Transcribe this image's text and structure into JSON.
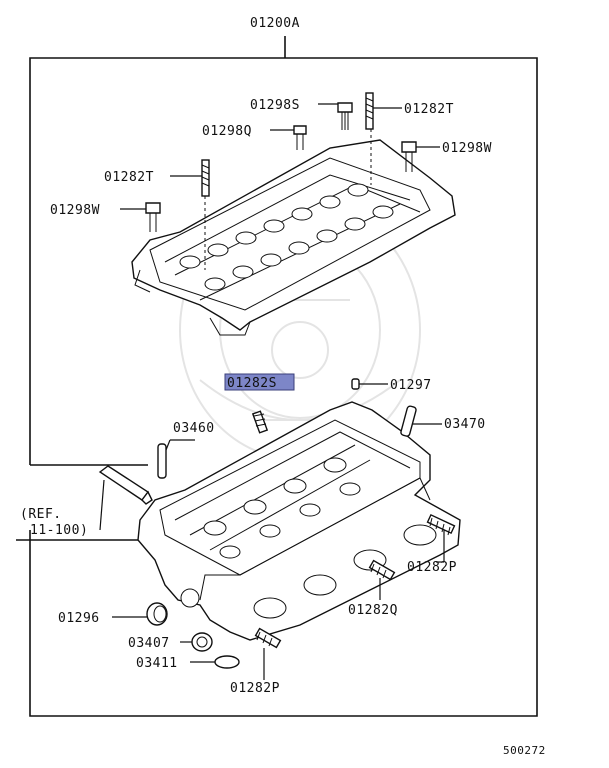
{
  "diagram": {
    "assembly_label": "01200A",
    "reference_line1": "(REF.",
    "reference_line2": "11-100)",
    "highlighted_part": "01282S",
    "footer_code": "500272",
    "highlight_color": "#7d86c8",
    "parts": {
      "p01298S": "01298S",
      "p01282T_top": "01282T",
      "p01298Q": "01298Q",
      "p01298W_right": "01298W",
      "p01282T_left": "01282T",
      "p01298W_left": "01298W",
      "p01282S": "01282S",
      "p01297": "01297",
      "p03460": "03460",
      "p03470": "03470",
      "p01282P_right": "01282P",
      "p01282Q": "01282Q",
      "p01296": "01296",
      "p03407": "03407",
      "p03411": "03411",
      "p01282P_bottom": "01282P"
    }
  }
}
